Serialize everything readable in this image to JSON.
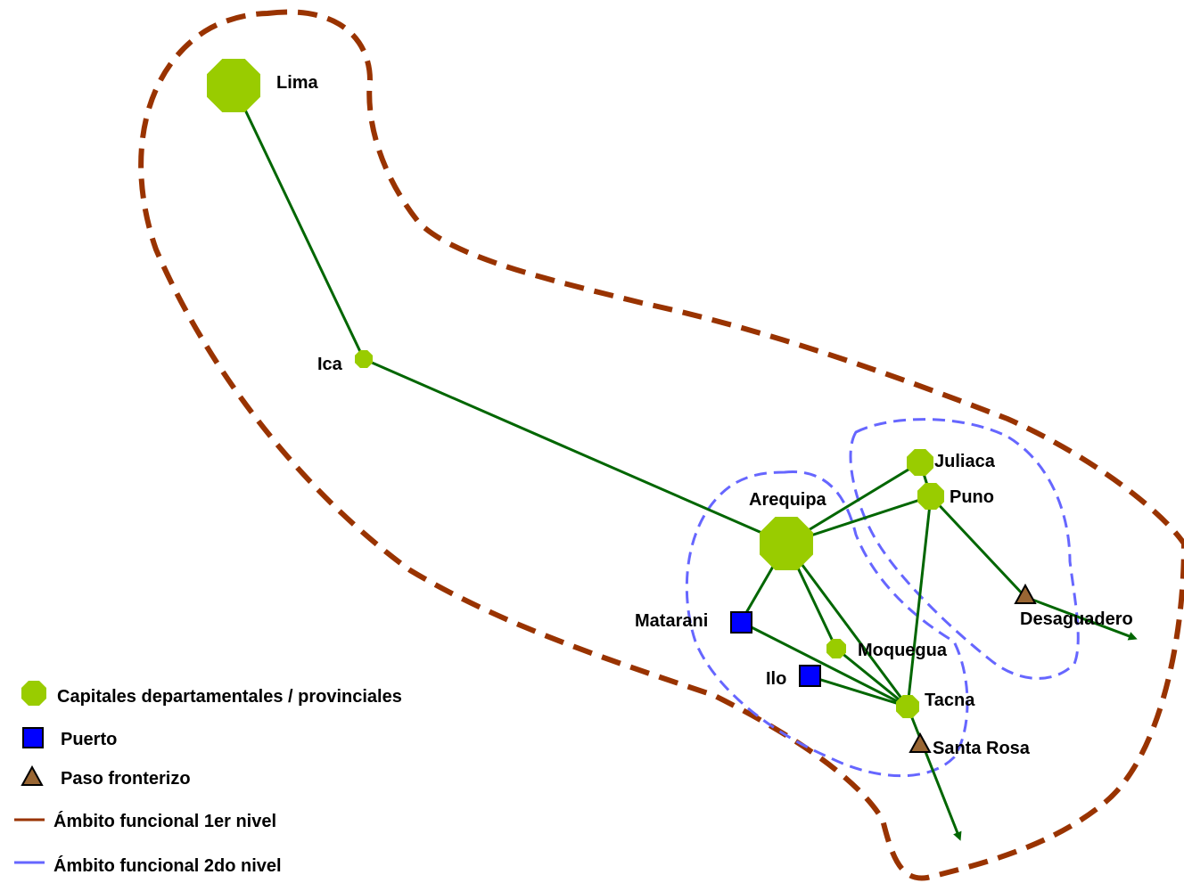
{
  "colors": {
    "capital": "#99cc00",
    "port": "#0000ff",
    "border_crossing": "#996633",
    "link": "#006600",
    "level1": "#993300",
    "level2": "#6666ff"
  },
  "nodes": {
    "lima": {
      "label": "Lima",
      "kind": "capital"
    },
    "ica": {
      "label": "Ica",
      "kind": "capital"
    },
    "arequipa": {
      "label": "Arequipa",
      "kind": "capital"
    },
    "juliaca": {
      "label": "Juliaca",
      "kind": "capital"
    },
    "puno": {
      "label": "Puno",
      "kind": "capital"
    },
    "moquegua": {
      "label": "Moquegua",
      "kind": "capital"
    },
    "tacna": {
      "label": "Tacna",
      "kind": "capital"
    },
    "matarani": {
      "label": "Matarani",
      "kind": "port"
    },
    "ilo": {
      "label": "Ilo",
      "kind": "port"
    },
    "desaguadero": {
      "label": "Desaguadero",
      "kind": "border_crossing"
    },
    "santa_rosa": {
      "label": "Santa Rosa",
      "kind": "border_crossing"
    }
  },
  "legend": {
    "capitals": "Capitales departamentales / provinciales",
    "port": "Puerto",
    "border": "Paso fronterizo",
    "level1": "Ámbito funcional 1er nivel",
    "level2": "Ámbito funcional 2do nivel"
  }
}
